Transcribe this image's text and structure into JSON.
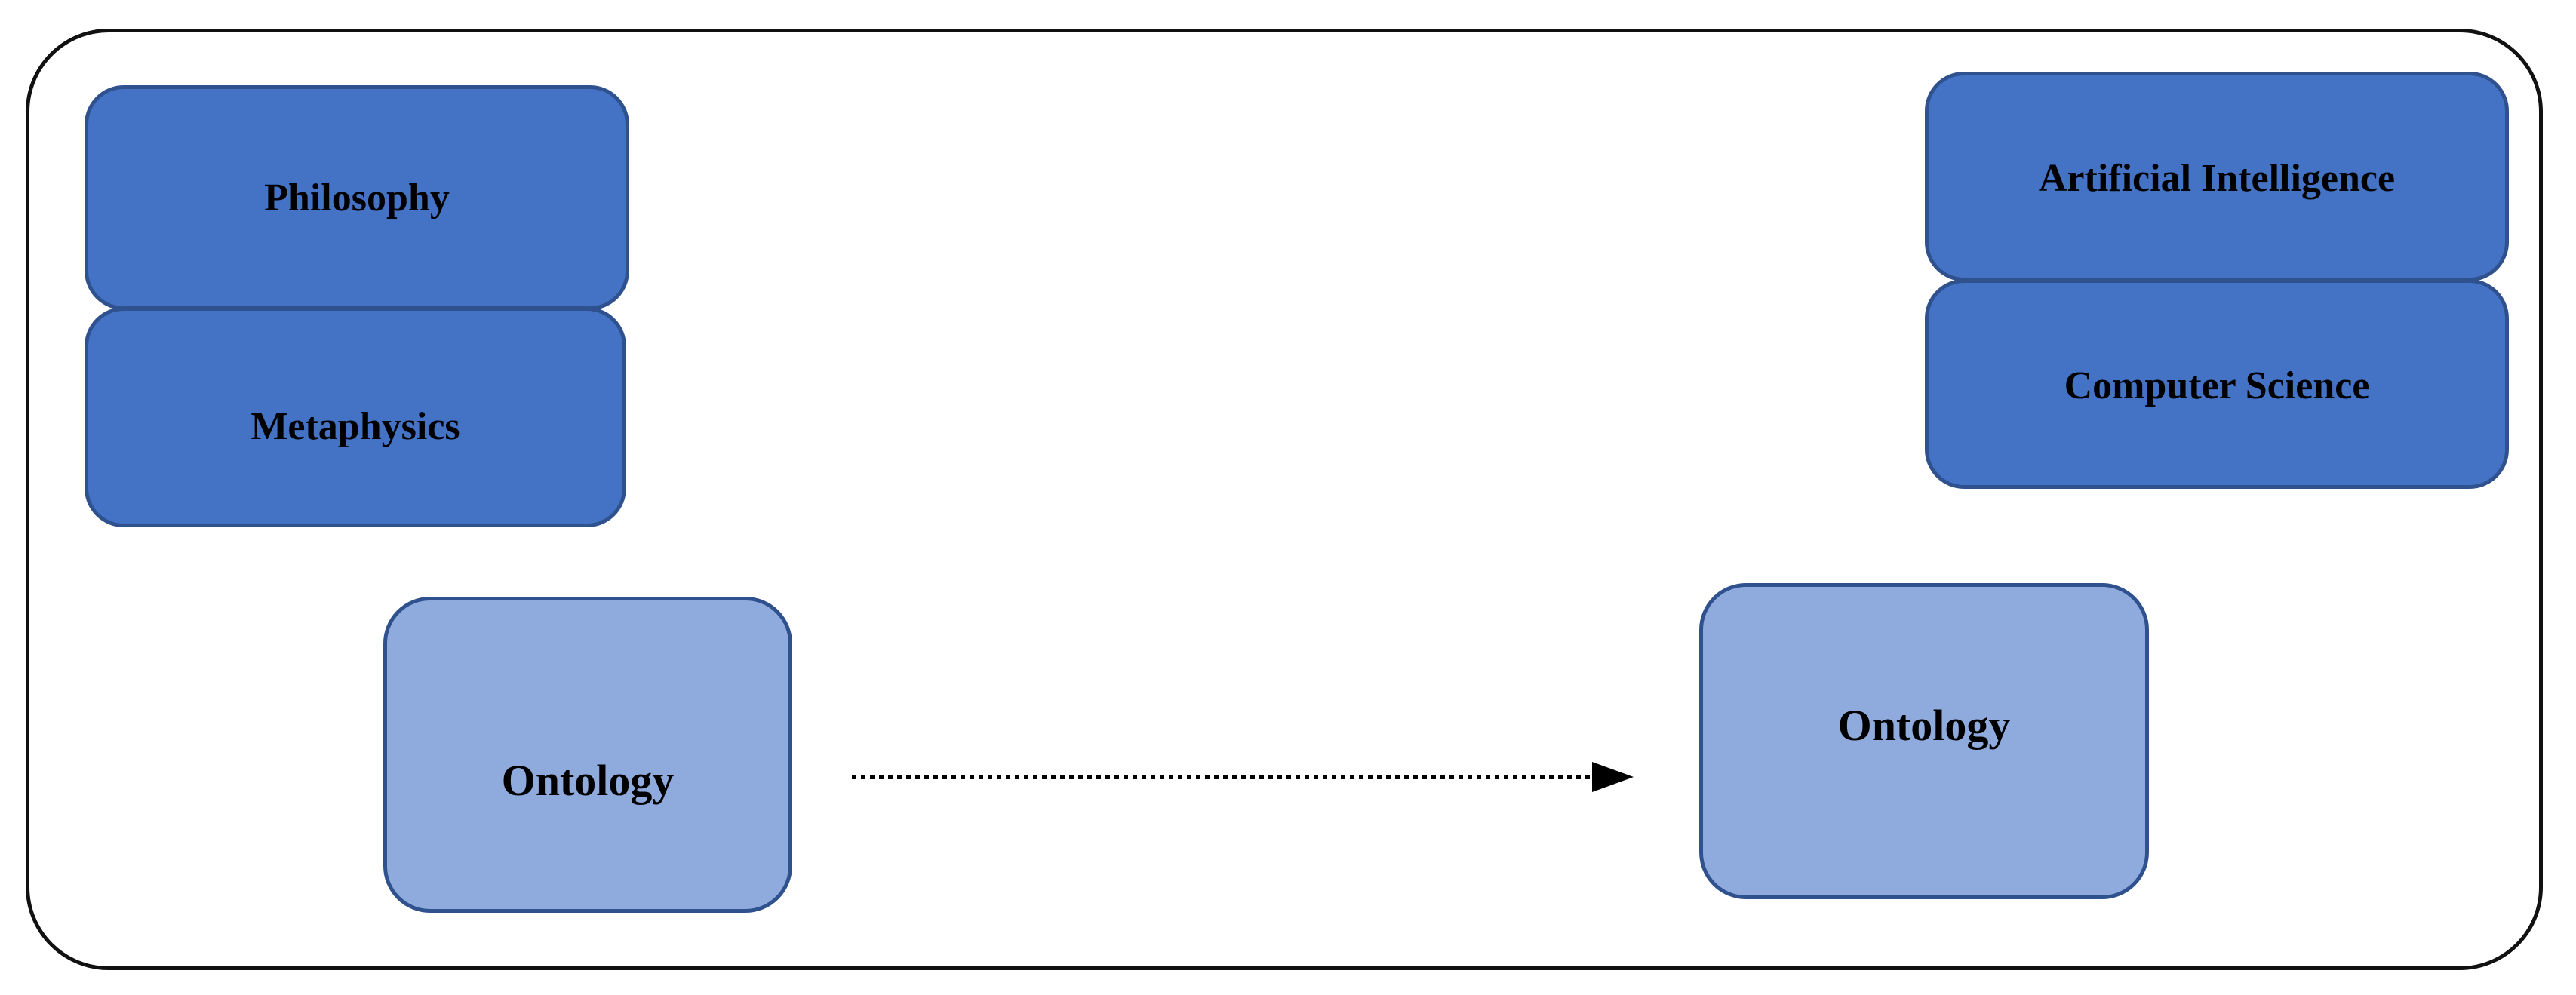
{
  "diagram": {
    "left_group": {
      "top_label": "Philosophy",
      "bottom_label": "Metaphysics",
      "concept_label": "Ontology"
    },
    "right_group": {
      "top_label": "Artificial Intelligence",
      "bottom_label": "Computer Science",
      "concept_label": "Ontology"
    },
    "connector": {
      "style": "dotted",
      "direction": "left-to-right"
    },
    "colors": {
      "dark_box_fill": "#4472c4",
      "light_box_fill": "#8faadc",
      "box_border": "#2f528f",
      "frame_border": "#111111",
      "arrow": "#000000"
    }
  }
}
